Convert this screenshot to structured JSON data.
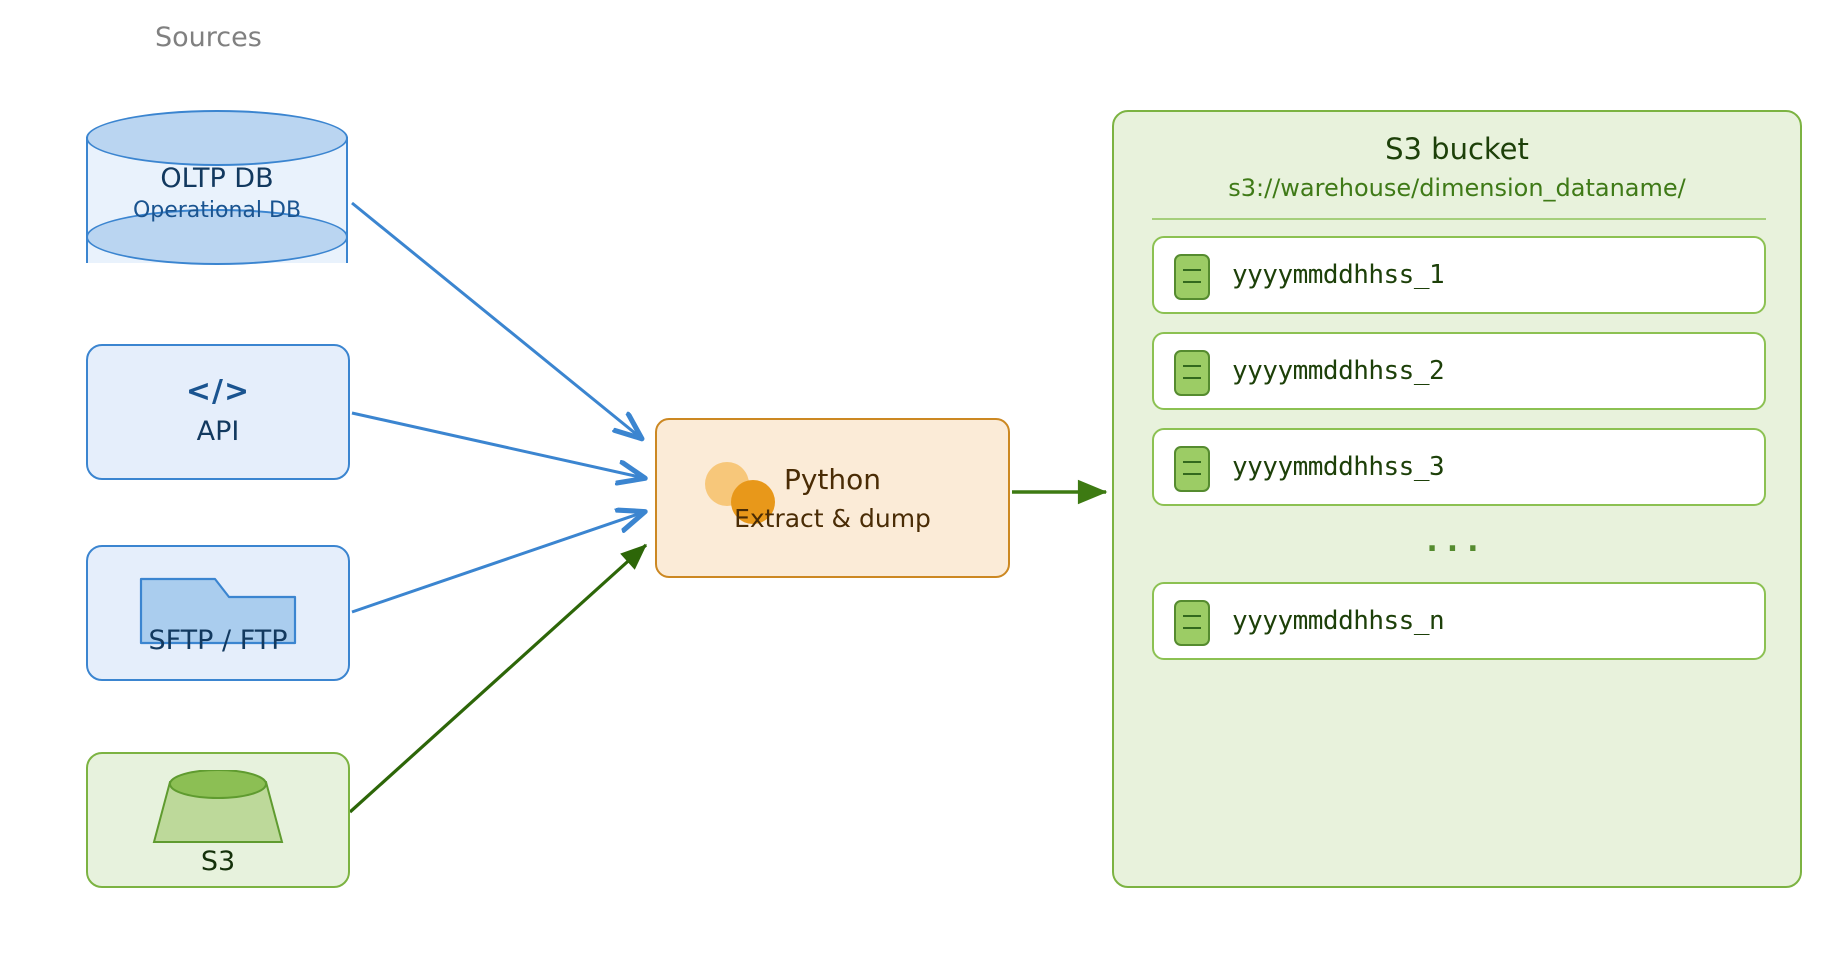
{
  "sources": {
    "label": "Sources",
    "nodes": [
      {
        "id": "oltp-db",
        "icon": "database-cylinder-icon",
        "title": "OLTP DB",
        "subtitle": "Operational DB"
      },
      {
        "id": "api",
        "icon": "code-brackets-icon",
        "code_glyph": "</>",
        "title": "API"
      },
      {
        "id": "sftp-ftp",
        "icon": "folder-icon",
        "title": "SFTP / FTP"
      },
      {
        "id": "s3-source",
        "icon": "s3-bucket-icon",
        "title": "S3"
      }
    ]
  },
  "processor": {
    "id": "python-node",
    "icon": "python-circles-icon",
    "title": "Python",
    "subtitle": "Extract & dump"
  },
  "destination": {
    "id": "s3-bucket-panel",
    "title": "S3 bucket",
    "path": "s3://warehouse/dimension_dataname/",
    "ellipsis": "...",
    "files": [
      {
        "icon": "file-icon",
        "name": "yyyymmddhhss_1"
      },
      {
        "icon": "file-icon",
        "name": "yyyymmddhhss_2"
      },
      {
        "icon": "file-icon",
        "name": "yyyymmddhhss_3"
      },
      {
        "icon": "file-icon",
        "name": "yyyymmddhhss_n"
      }
    ]
  },
  "edges": [
    {
      "from": "oltp-db",
      "to": "python-node",
      "color": "#3b85d0"
    },
    {
      "from": "api",
      "to": "python-node",
      "color": "#3b85d0"
    },
    {
      "from": "sftp-ftp",
      "to": "python-node",
      "color": "#3b85d0"
    },
    {
      "from": "s3-source",
      "to": "python-node",
      "color": "#2d6608"
    },
    {
      "from": "python-node",
      "to": "s3-bucket-panel",
      "color": "#3d7a12"
    }
  ],
  "colors": {
    "blue_stroke": "#3b85d0",
    "blue_fill": "#e5eefb",
    "blue_cap": "#bad5f1",
    "blue_text": "#12395f",
    "green_stroke": "#7cb342",
    "green_fill": "#e8f2dc",
    "green_text": "#1d4009",
    "green_arrow": "#2d6608",
    "orange_stroke": "#cc8822",
    "orange_fill": "#fbebd7",
    "orange_text": "#4a2c05",
    "python_light": "#f7c77a",
    "python_dark": "#e8981a",
    "sources_label": "#808080"
  }
}
